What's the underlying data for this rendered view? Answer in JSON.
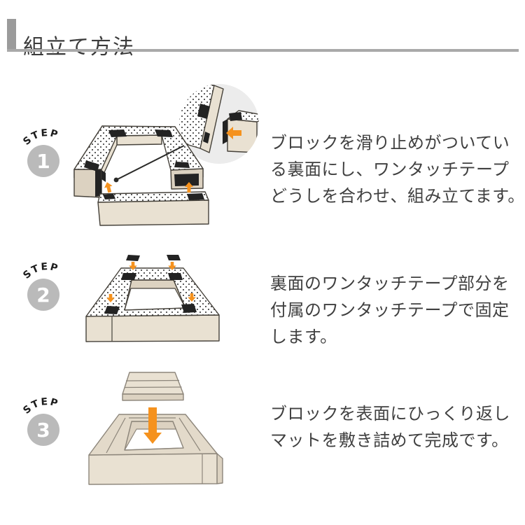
{
  "header": {
    "title": "組立て方法"
  },
  "steps": [
    {
      "label": "STEP",
      "number": "1",
      "description": "ブロックを滑り止めがついてい\nる裏面にし、ワンタッチテープ\nどうしを合わせ、組み立てます。"
    },
    {
      "label": "STEP",
      "number": "2",
      "description": "裏面のワンタッチテープ部分を\n付属のワンタッチテープで固定\nします。"
    },
    {
      "label": "STEP",
      "number": "3",
      "description": "ブロックを表面にひっくり返し\nマットを敷き詰めて完成です。"
    }
  ],
  "icons": {
    "step_badge": "step-number-circle",
    "step1_joint_arrows": "arrow-up-icon",
    "step1_detail_arrow": "arrow-left-icon",
    "step2_tape_arrows": "arrow-down-icon",
    "step3_mat_arrow": "arrow-down-icon"
  },
  "colors": {
    "accent_orange": "#F5921E",
    "block_beige": "#E9E1D2",
    "block_beige_shadow": "#DCD2C1",
    "tape_black": "#232323",
    "outline_dark": "#45413A",
    "outline_soft": "#8D867B",
    "badge_gray": "#BABABA",
    "badge_number_white": "#FFFFFF",
    "callout_bg": "#ECECEC",
    "header_gray": "#9B9B9B",
    "text_dark": "#404040"
  }
}
